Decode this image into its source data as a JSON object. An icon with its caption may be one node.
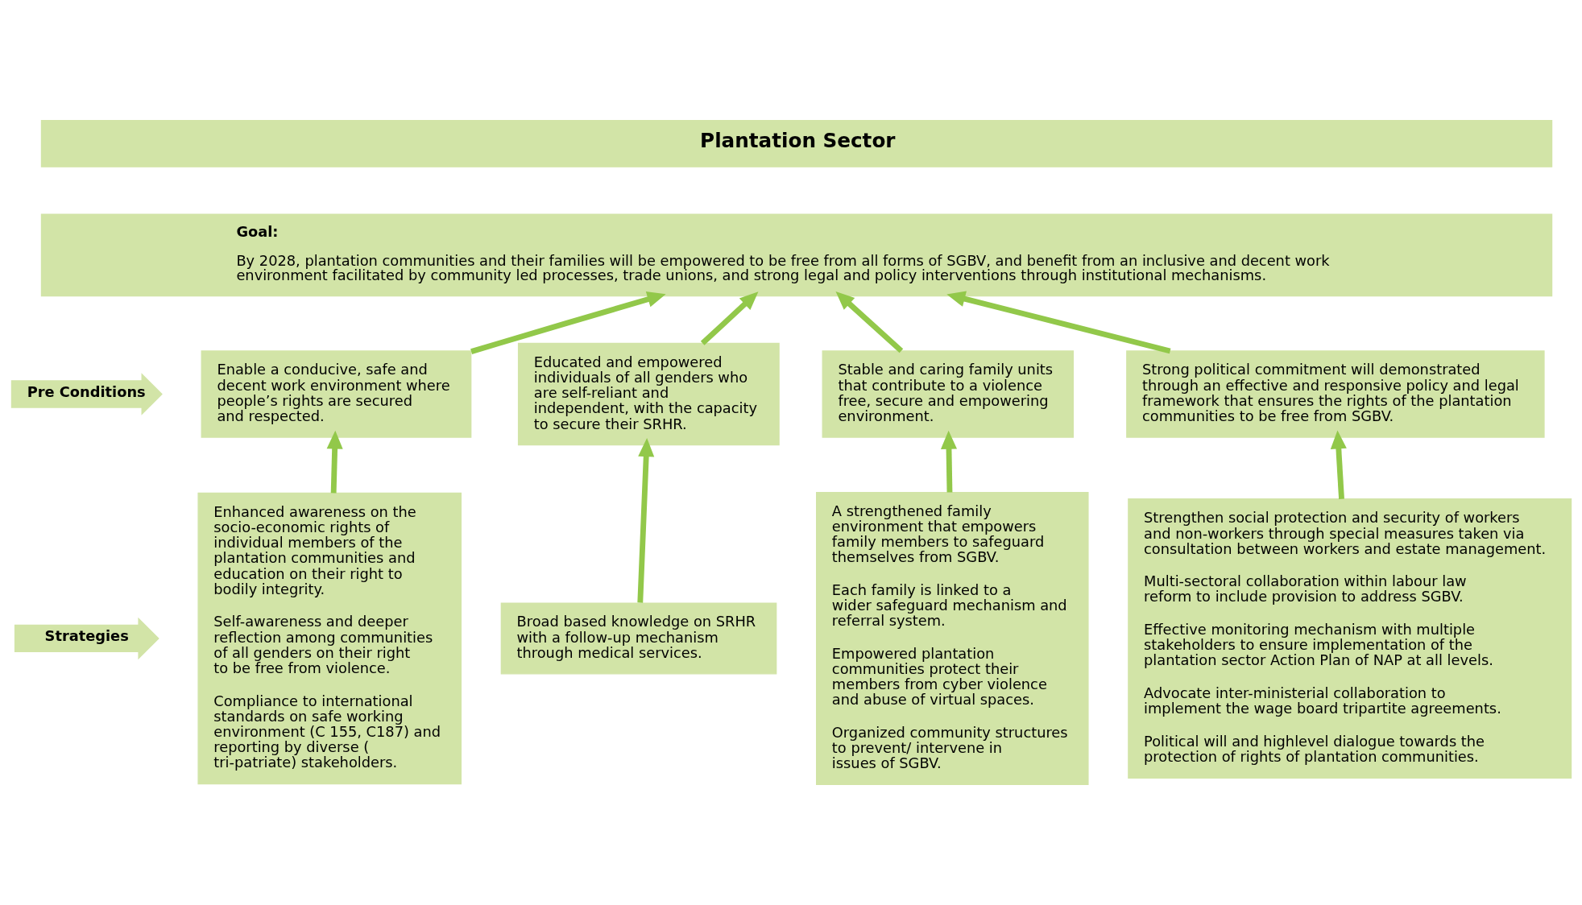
{
  "diagram": {
    "nodes": [
      {
        "text": [
          "Plantation Sector"
        ]
      },
      {
        "text": [
          "Goal:",
          "By 2028, plantation communities and their families will be empowered to be free from all forms of SGBV, and benefit from an inclusive and decent work environment facilitated by community led processes, trade unions, and strong legal and policy interventions through institutional mechanisms."
        ]
      },
      {
        "text": [
          "Pre Conditions"
        ]
      },
      {
        "text": [
          "Enable a conducive, safe and decent work environment where people’s rights are secured and respected."
        ]
      },
      {
        "text": [
          "Educated and empowered individuals of all genders who are self-reliant and independent, with the capacity to secure their SRHR."
        ]
      },
      {
        "text": [
          "Stable and caring family units that contribute to a violence free, secure and empowering environment."
        ]
      },
      {
        "text": [
          "Strong political commitment will demonstrated through an effective and responsive policy and legal framework that ensures the rights of the plantation communities to be free from SGBV."
        ]
      },
      {
        "text": [
          "Strategies"
        ]
      },
      {
        "text": [
          "Enhanced awareness on the socio-economic rights of individual members of the plantation communities and education on their right to bodily integrity.",
          "Self-awareness and deeper reflection among communities of all genders on their right to be free from violence.",
          "Compliance to international standards on safe working environment (C 155, C187) and reporting by diverse ( tri-patriate) stakeholders."
        ]
      },
      {
        "text": [
          "Broad based knowledge on SRHR with a follow-up mechanism through medical services."
        ]
      },
      {
        "text": [
          "A strengthened family environment that empowers family members to safeguard themselves from SGBV.",
          "Each family is linked to a wider safeguard mechanism and referral system.",
          "Empowered plantation communities protect their members from cyber violence and abuse of virtual spaces.",
          "Organized community structures to prevent/ intervene in issues of SGBV."
        ]
      },
      {
        "text": [
          "Strengthen social protection and security of workers and non-workers through special measures taken via consultation between workers and estate management.",
          "Multi-sectoral collaboration within labour law reform to include provision to address SGBV.",
          "Effective monitoring mechanism with multiple stakeholders to ensure implementation of the plantation sector Action Plan of NAP at all levels.",
          "Advocate inter-ministerial collaboration to implement the wage board tripartite agreements.",
          "Political will and highlevel dialogue towards the protection of rights of plantation communities."
        ]
      }
    ],
    "edges": [
      {
        "from": 8,
        "to": 3,
        "arrow": "to"
      },
      {
        "from": 3,
        "to": 1,
        "arrow": "to"
      },
      {
        "from": 9,
        "to": 4,
        "arrow": "to"
      },
      {
        "from": 4,
        "to": 1,
        "arrow": "to"
      },
      {
        "from": 10,
        "to": 5,
        "arrow": "to"
      },
      {
        "from": 5,
        "to": 1,
        "arrow": "to"
      },
      {
        "from": 11,
        "to": 6,
        "arrow": "to"
      },
      {
        "from": 6,
        "to": 1,
        "arrow": "to"
      }
    ]
  }
}
